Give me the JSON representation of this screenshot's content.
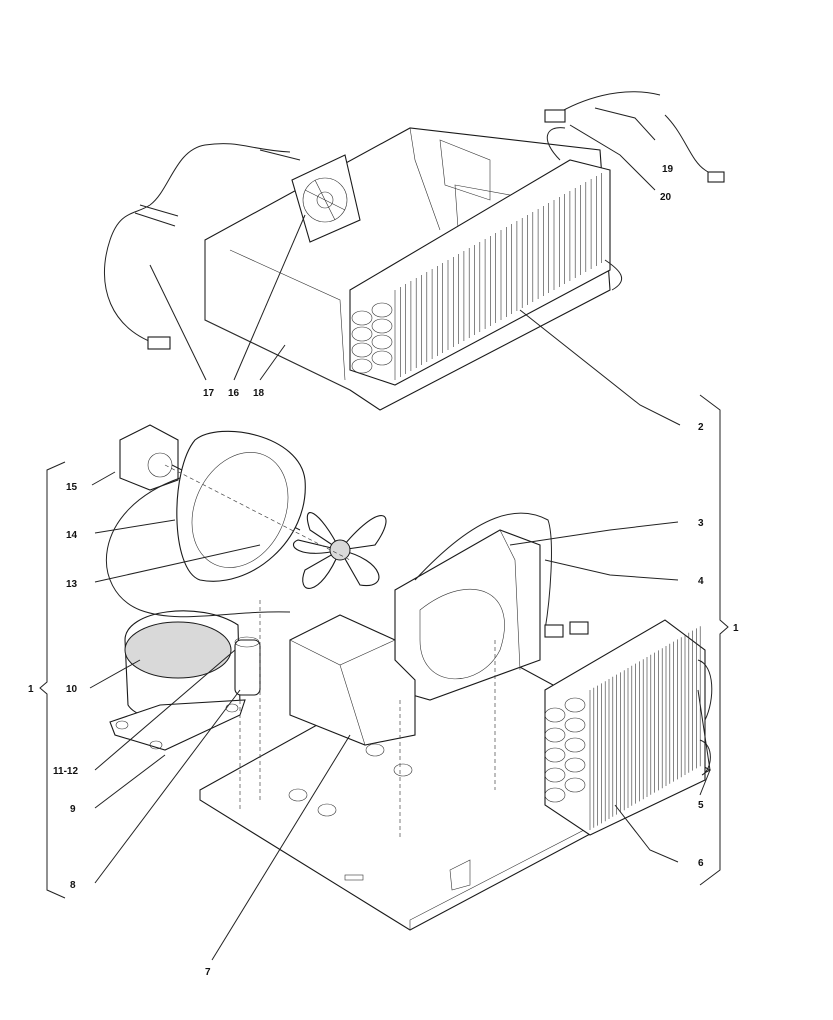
{
  "callouts": [
    {
      "id": "19",
      "text": "19"
    },
    {
      "id": "20",
      "text": "20"
    },
    {
      "id": "17",
      "text": "17"
    },
    {
      "id": "16",
      "text": "16"
    },
    {
      "id": "18",
      "text": "18"
    },
    {
      "id": "2",
      "text": "2"
    },
    {
      "id": "15",
      "text": "15"
    },
    {
      "id": "14",
      "text": "14"
    },
    {
      "id": "13",
      "text": "13"
    },
    {
      "id": "3",
      "text": "3"
    },
    {
      "id": "4",
      "text": "4"
    },
    {
      "id": "1r",
      "text": "1"
    },
    {
      "id": "1l",
      "text": "1"
    },
    {
      "id": "10",
      "text": "10"
    },
    {
      "id": "11-12",
      "text": "11-12"
    },
    {
      "id": "9",
      "text": "9"
    },
    {
      "id": "5",
      "text": "5"
    },
    {
      "id": "6",
      "text": "6"
    },
    {
      "id": "8",
      "text": "8"
    },
    {
      "id": "7",
      "text": "7"
    }
  ]
}
